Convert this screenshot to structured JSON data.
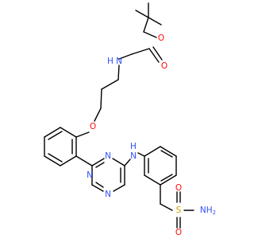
{
  "colors": {
    "carbon_bond": "#000000",
    "oxygen": "#ff0d0d",
    "nitrogen": "#3050f8",
    "sulfur": "#c8a000"
  },
  "atoms": {
    "o_ester": {
      "text": "O",
      "element": "O"
    },
    "o_carbonyl": {
      "text": "O",
      "element": "O"
    },
    "n_carbamate": {
      "text": "N",
      "element": "N"
    },
    "h_carbamate": {
      "text": "H",
      "element": "N"
    },
    "o_ether": {
      "text": "O",
      "element": "O"
    },
    "n_triazine_top": {
      "text": "N",
      "element": "N"
    },
    "n_triazine_left": {
      "text": "N",
      "element": "N"
    },
    "n_triazine_bottom": {
      "text": "N",
      "element": "N"
    },
    "n_amine": {
      "text": "N",
      "element": "N"
    },
    "h_amine": {
      "text": "H",
      "element": "N"
    },
    "s_sulfonyl": {
      "text": "S",
      "element": "S"
    },
    "o_sulfonyl_top": {
      "text": "O",
      "element": "O"
    },
    "o_sulfonyl_bottom": {
      "text": "O",
      "element": "O"
    },
    "nh2_sulfonamide": {
      "text": "NH2",
      "element": "N"
    }
  }
}
